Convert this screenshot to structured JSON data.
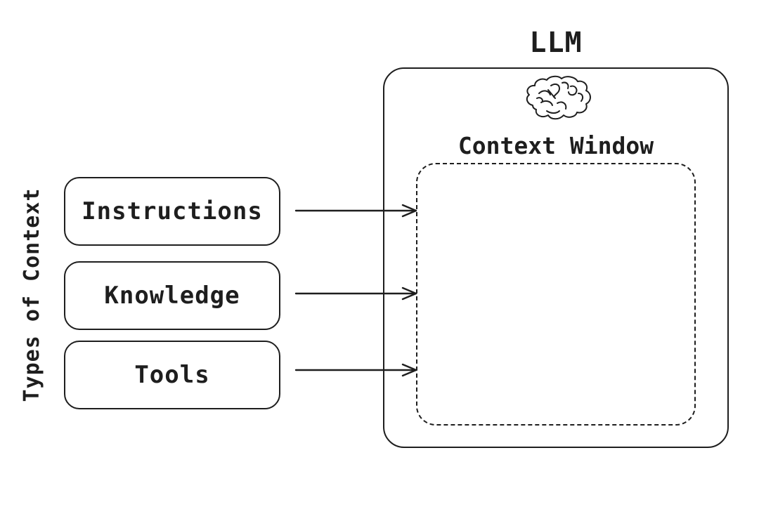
{
  "diagram": {
    "title": "LLM",
    "llm_box": {
      "brain_icon": "brain-icon",
      "context_window_label": "Context Window"
    },
    "types_of_context": {
      "group_label": "Types of Context",
      "items": [
        {
          "label": "Instructions"
        },
        {
          "label": "Knowledge"
        },
        {
          "label": "Tools"
        }
      ]
    },
    "arrows": [
      {
        "from": "Instructions",
        "to": "Context Window"
      },
      {
        "from": "Knowledge",
        "to": "Context Window"
      },
      {
        "from": "Tools",
        "to": "Context Window"
      }
    ],
    "colors": {
      "stroke": "#1e1e1e",
      "background": "#ffffff"
    }
  }
}
